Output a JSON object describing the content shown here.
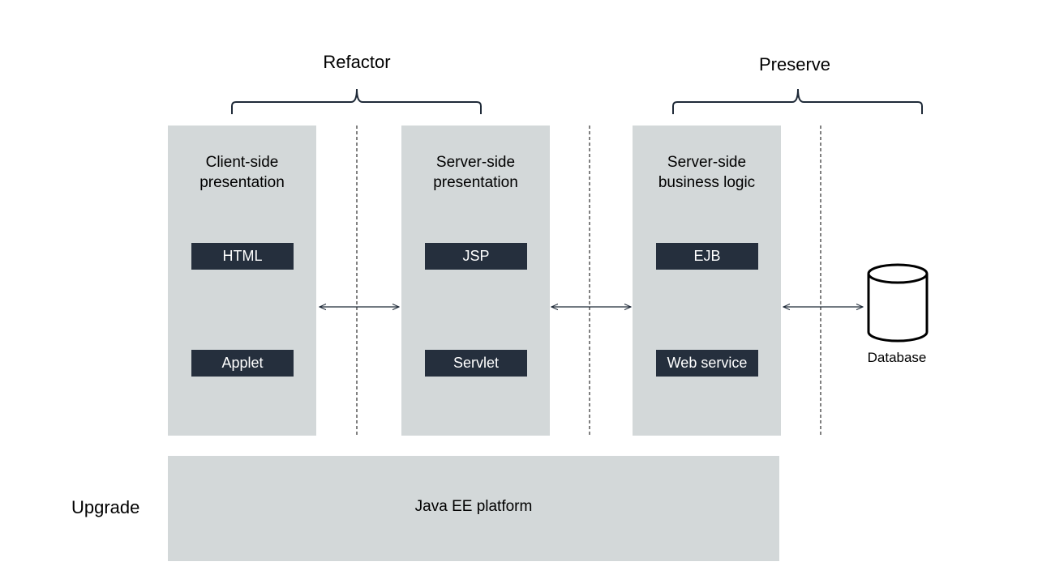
{
  "groups": {
    "refactor_label": "Refactor",
    "preserve_label": "Preserve",
    "upgrade_label": "Upgrade"
  },
  "columns": [
    {
      "title_line1": "Client-side",
      "title_line2": "presentation",
      "items": [
        "HTML",
        "Applet"
      ]
    },
    {
      "title_line1": "Server-side",
      "title_line2": "presentation",
      "items": [
        "JSP",
        "Servlet"
      ]
    },
    {
      "title_line1": "Server-side",
      "title_line2": "business logic",
      "items": [
        "EJB",
        "Web service"
      ]
    }
  ],
  "platform": {
    "label": "Java EE platform"
  },
  "database": {
    "label": "Database",
    "icon": "database-cylinder-icon"
  },
  "colors": {
    "column_fill": "#d3d8d9",
    "box_fill": "#252f3d",
    "box_text": "#ffffff",
    "line": "#1f2a38"
  }
}
